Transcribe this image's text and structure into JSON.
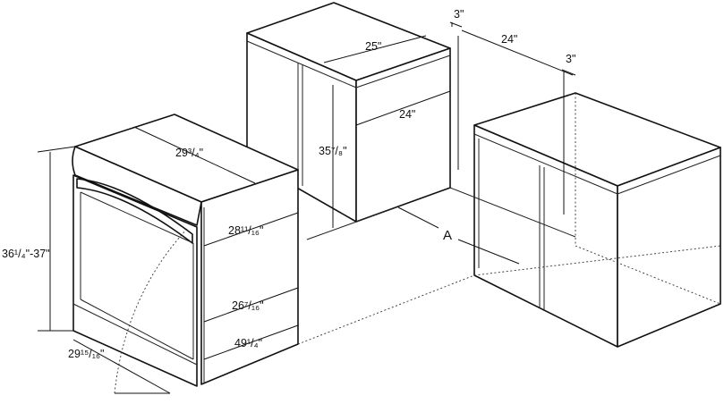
{
  "diagram": {
    "labels": {
      "clearance_top": "3\"",
      "depth_24": "24\"",
      "clearance_side": "3\"",
      "cabinet_width": "25\"",
      "cabinet_depth": "24\"",
      "cabinet_height": "35⁷/₈\"",
      "unit_width_top": "29³/₄\"",
      "door_height": "28¹¹/₁₆\"",
      "base_depth": "26⁷/₁₆\"",
      "total_depth": "49¹/₄\"",
      "unit_height": "36¹/₄\"-37\"",
      "unit_width_bottom": "29¹⁵/₁₆\"",
      "point_a": "A"
    }
  }
}
